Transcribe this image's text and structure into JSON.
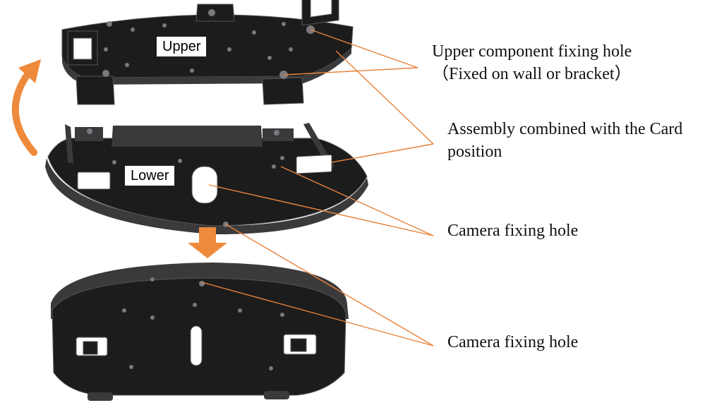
{
  "colors": {
    "plate": "#1c1c1d",
    "plate_edge": "#3a3a3c",
    "plate_highlight": "#555558",
    "hole": "#7a7a7e",
    "leader": "#e8823a",
    "arrow": "#ee8a3c"
  },
  "parts": {
    "upper_tag": "Upper",
    "lower_tag": "Lower"
  },
  "callouts": {
    "upper_fixing_line1": "Upper component fixing hole",
    "upper_fixing_line2": "（Fixed on wall or bracket）",
    "assembly_line1": "Assembly combined with the Card",
    "assembly_line2": "position",
    "camera_fixing_1": "Camera fixing hole",
    "camera_fixing_2": "Camera fixing hole"
  },
  "icons": [
    "rotate-arrow-icon",
    "down-arrow-icon"
  ]
}
